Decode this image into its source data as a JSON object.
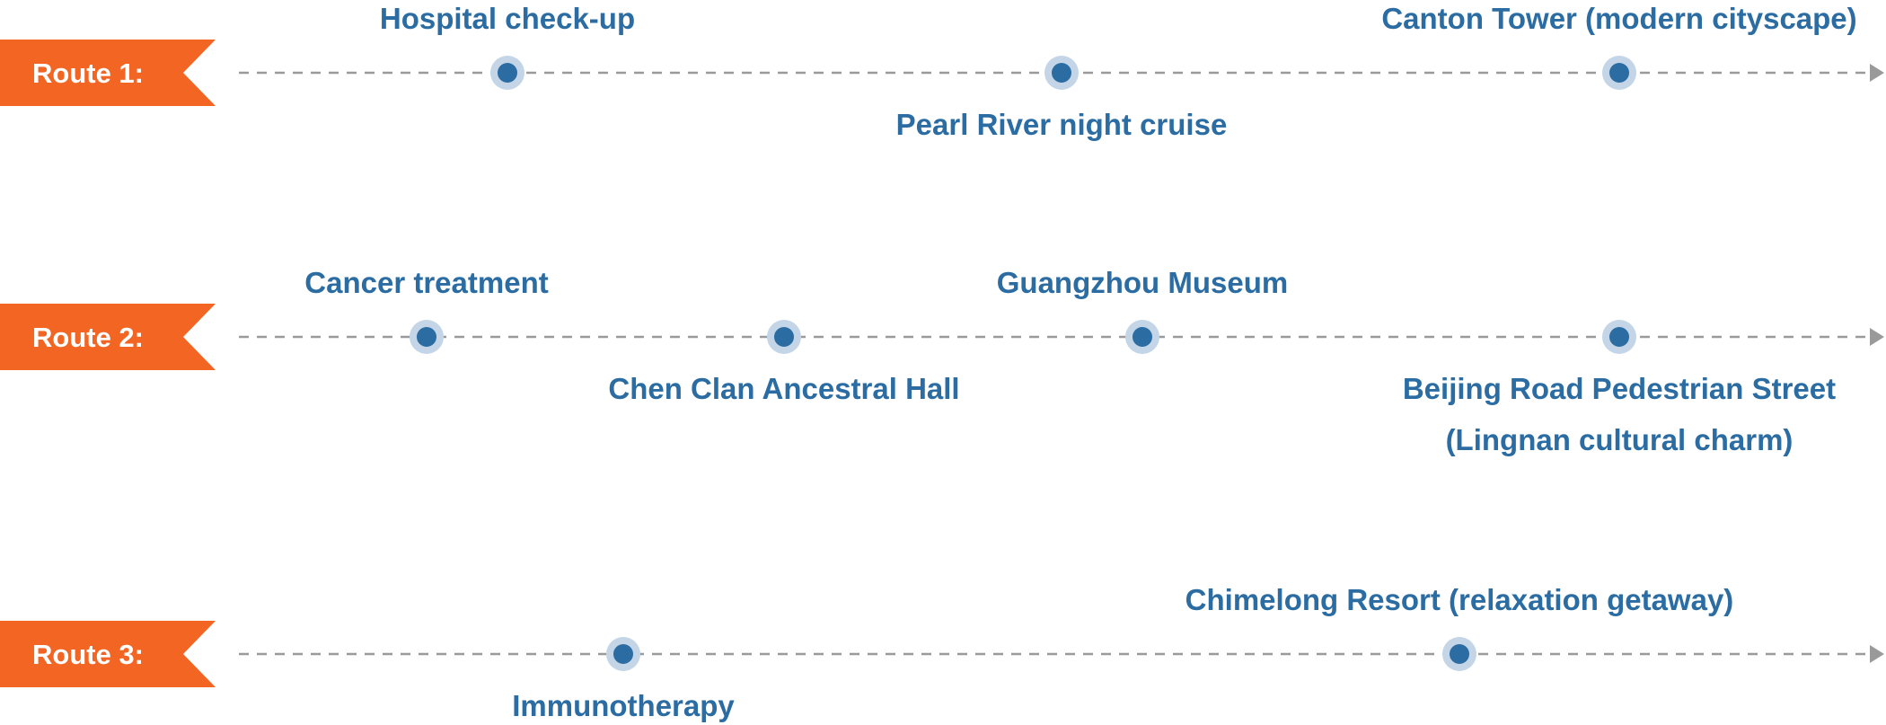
{
  "colors": {
    "tag": "#F26522",
    "text": "#2B6CA3",
    "dot": "#2B6CA3",
    "halo": "#C3D5E6",
    "line": "#9A9A9A"
  },
  "icons": {
    "stop_marker": "dot-with-halo",
    "route_tag": "ribbon-banner",
    "line_end": "arrowhead"
  },
  "routes": [
    {
      "label": "Route 1:",
      "stops": [
        {
          "lines": [
            "Hospital check-up"
          ],
          "side": "above"
        },
        {
          "lines": [
            "Pearl River night cruise"
          ],
          "side": "below"
        },
        {
          "lines": [
            "Canton Tower (modern cityscape)"
          ],
          "side": "above"
        }
      ]
    },
    {
      "label": "Route 2:",
      "stops": [
        {
          "lines": [
            "Cancer treatment"
          ],
          "side": "above"
        },
        {
          "lines": [
            "Chen Clan Ancestral Hall"
          ],
          "side": "below"
        },
        {
          "lines": [
            "Guangzhou Museum"
          ],
          "side": "above"
        },
        {
          "lines": [
            "Beijing Road Pedestrian Street",
            "(Lingnan cultural charm)"
          ],
          "side": "below"
        }
      ]
    },
    {
      "label": "Route 3:",
      "stops": [
        {
          "lines": [
            "Immunotherapy"
          ],
          "side": "below"
        },
        {
          "lines": [
            "Chimelong Resort (relaxation getaway)"
          ],
          "side": "above"
        }
      ]
    }
  ]
}
